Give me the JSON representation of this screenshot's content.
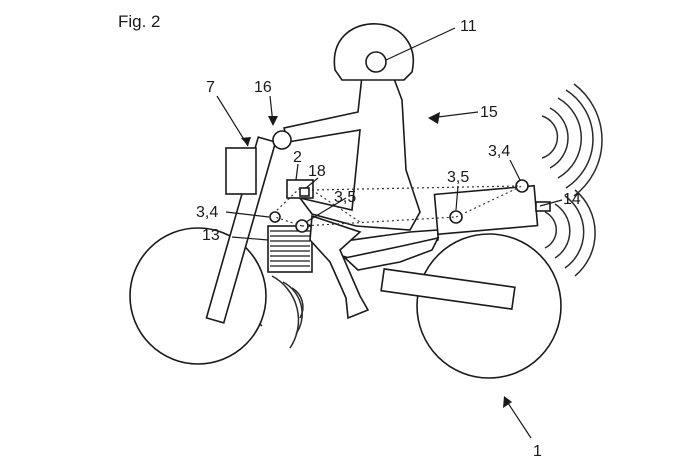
{
  "figure": {
    "caption": "Fig. 2",
    "labels": {
      "l11": "11",
      "l7": "7",
      "l16": "16",
      "l15": "15",
      "l2": "2",
      "l18": "18",
      "l34_rear": "3,4",
      "l34_front": "3,4",
      "l35_front": "3,5",
      "l35_rear": "3,5",
      "l14": "14",
      "l13": "13",
      "l1": "1"
    }
  },
  "colors": {
    "ink": "#1a1a1a",
    "background": "#ffffff"
  }
}
